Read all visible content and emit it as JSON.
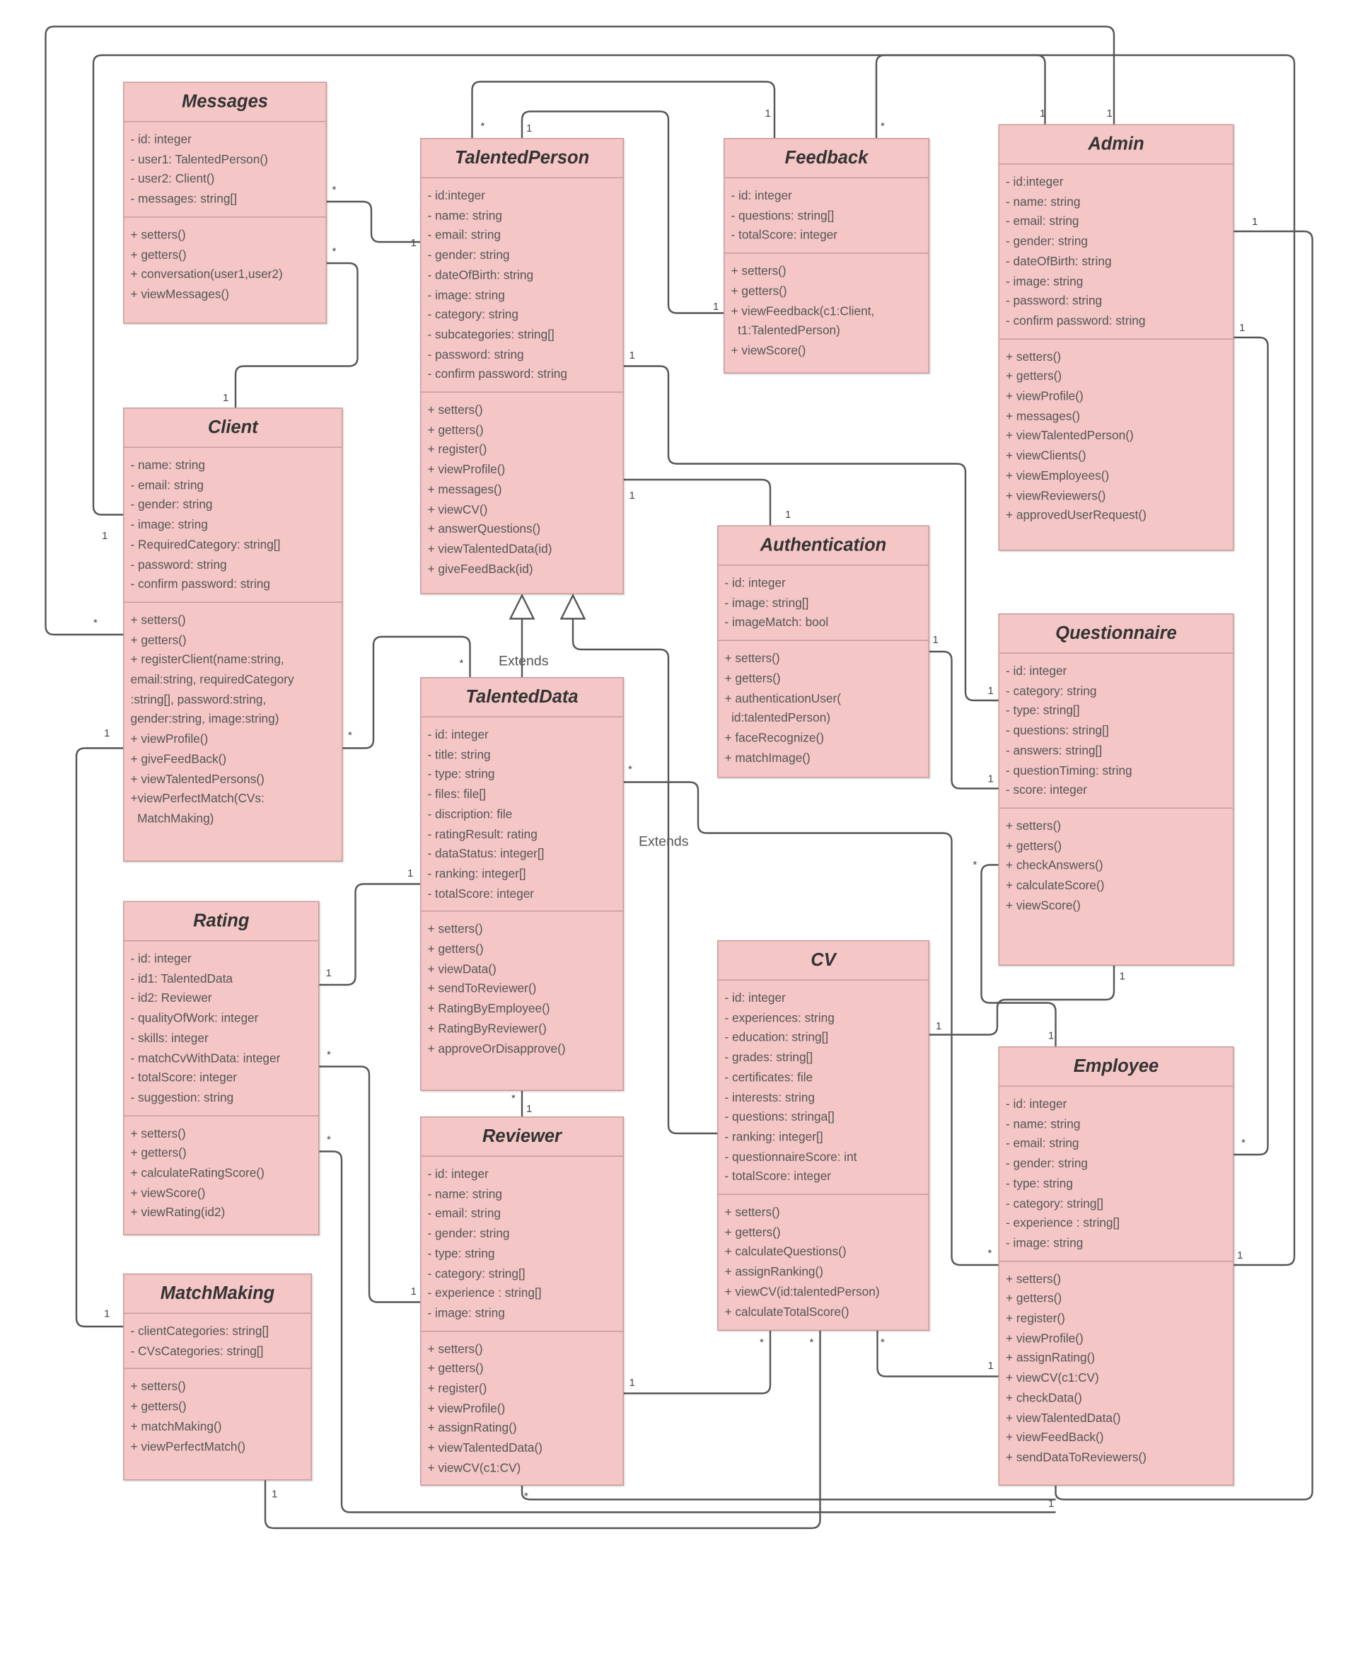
{
  "diagram": {
    "classes": [
      {
        "name": "Messages",
        "attributes": [
          "- id: integer",
          "- user1: TalentedPerson()",
          "- user2: Client()",
          "- messages: string[]"
        ],
        "methods": [
          "+ setters()",
          "+ getters()",
          "+ conversation(user1,user2)",
          "+ viewMessages()"
        ]
      },
      {
        "name": "TalentedPerson",
        "attributes": [
          "- id:integer",
          "- name: string",
          "- email: string",
          "- gender: string",
          "- dateOfBirth: string",
          "- image: string",
          "- category: string",
          "- subcategories: string[]",
          "- password: string",
          "- confirm password: string"
        ],
        "methods": [
          "+ setters()",
          "+ getters()",
          "+ register()",
          "+ viewProfile()",
          "+ messages()",
          "+ viewCV()",
          "+ answerQuestions()",
          "+ viewTalentedData(id)",
          "+ giveFeedBack(id)"
        ]
      },
      {
        "name": "Feedback",
        "attributes": [
          "- id: integer",
          "- questions: string[]",
          "- totalScore: integer"
        ],
        "methods": [
          "+ setters()",
          "+ getters()",
          "+ viewFeedback(c1:Client,",
          "  t1:TalentedPerson)",
          "+ viewScore()"
        ]
      },
      {
        "name": "Admin",
        "attributes": [
          "- id:integer",
          "- name: string",
          "- email: string",
          "- gender: string",
          "- dateOfBirth: string",
          "- image: string",
          "- password: string",
          "- confirm password: string"
        ],
        "methods": [
          "+ setters()",
          "+ getters()",
          "+ viewProfile()",
          "+ messages()",
          "+ viewTalentedPerson()",
          "+ viewClients()",
          "+ viewEmployees()",
          "+ viewReviewers()",
          "+ approvedUserRequest()"
        ]
      },
      {
        "name": "Client",
        "attributes": [
          "- name: string",
          "- email: string",
          "- gender: string",
          "- image: string",
          "- RequiredCategory: string[]",
          "- password: string",
          "- confirm password: string"
        ],
        "methods": [
          "+ setters()",
          "+ getters()",
          "+ registerClient(name:string,",
          "email:string, requiredCategory",
          ":string[], password:string,",
          "gender:string, image:string)",
          "+ viewProfile()",
          "+ giveFeedBack()",
          "+ viewTalentedPersons()",
          "+viewPerfectMatch(CVs:",
          "  MatchMaking)"
        ]
      },
      {
        "name": "Authentication",
        "attributes": [
          "- id: integer",
          "- image: string[]",
          "- imageMatch: bool"
        ],
        "methods": [
          "+ setters()",
          "+ getters()",
          "+ authenticationUser(",
          "  id:talentedPerson)",
          "+ faceRecognize()",
          "+ matchImage()"
        ]
      },
      {
        "name": "Questionnaire",
        "attributes": [
          "- id: integer",
          "- category: string",
          "- type: string[]",
          "- questions: string[]",
          "- answers: string[]",
          "- questionTiming: string",
          "- score: integer"
        ],
        "methods": [
          "+ setters()",
          "+ getters()",
          "+ checkAnswers()",
          "+ calculateScore()",
          "+ viewScore()"
        ]
      },
      {
        "name": "TalentedData",
        "attributes": [
          "- id: integer",
          "- title: string",
          "- type: string",
          "- files: file[]",
          "- discription: file",
          "- ratingResult: rating",
          "- dataStatus: integer[]",
          "- ranking: integer[]",
          "- totalScore: integer"
        ],
        "methods": [
          "+ setters()",
          "+ getters()",
          "+ viewData()",
          "+ sendToReviewer()",
          "+ RatingByEmployee()",
          "+ RatingByReviewer()",
          "+ approveOrDisapprove()"
        ]
      },
      {
        "name": "Rating",
        "attributes": [
          "- id: integer",
          "- id1: TalentedData",
          "- id2: Reviewer",
          "- qualityOfWork: integer",
          "- skills: integer",
          "- matchCvWithData: integer",
          "- totalScore: integer",
          "- suggestion: string"
        ],
        "methods": [
          "+ setters()",
          "+ getters()",
          "+ calculateRatingScore()",
          "+ viewScore()",
          "+ viewRating(id2)"
        ]
      },
      {
        "name": "CV",
        "attributes": [
          "- id: integer",
          "- experiences: string",
          "- education: string[]",
          "- grades: string[]",
          "- certificates: file",
          "- interests: string",
          "- questions: stringa[]",
          "- ranking: integer[]",
          "- questionnaireScore: int",
          "- totalScore: integer"
        ],
        "methods": [
          "+ setters()",
          "+ getters()",
          "+ calculateQuestions()",
          "+ assignRanking()",
          "+ viewCV(id:talentedPerson)",
          "+ calculateTotalScore()"
        ]
      },
      {
        "name": "Employee",
        "attributes": [
          "- id: integer",
          "- name: string",
          "- email: string",
          "- gender: string",
          "- type: string",
          "- category: string[]",
          "- experience : string[]",
          "- image: string"
        ],
        "methods": [
          "+ setters()",
          "+ getters()",
          "+ register()",
          "+ viewProfile()",
          "+ assignRating()",
          "+ viewCV(c1:CV)",
          "+ checkData()",
          "+ viewTalentedData()",
          "+ viewFeedBack()",
          "+ sendDataToReviewers()"
        ]
      },
      {
        "name": "Reviewer",
        "attributes": [
          "- id: integer",
          "- name: string",
          "- email: string",
          "- gender: string",
          "- type: string",
          "- category: string[]",
          "- experience : string[]",
          "- image: string"
        ],
        "methods": [
          "+ setters()",
          "+ getters()",
          "+ register()",
          "+ viewProfile()",
          "+ assignRating()",
          "+ viewTalentedData()",
          "+ viewCV(c1:CV)"
        ]
      },
      {
        "name": "MatchMaking",
        "attributes": [
          "- clientCategories: string[]",
          "- CVsCategories: string[]"
        ],
        "methods": [
          "+ setters()",
          "+ getters()",
          "+ matchMaking()",
          "+ viewPerfectMatch()"
        ]
      }
    ],
    "extends_label": "Extends",
    "connectors": [
      {
        "from": "Messages",
        "to": "TalentedPerson",
        "labels": [
          "*",
          "1"
        ]
      },
      {
        "from": "Messages",
        "to": "Client",
        "labels": [
          "*",
          "1"
        ]
      },
      {
        "from": "TalentedPerson",
        "to": "Feedback",
        "labels": [
          "*",
          "1"
        ]
      },
      {
        "from": "TalentedPerson",
        "to": "Feedback",
        "labels": [
          "1",
          "1"
        ]
      },
      {
        "from": "Admin",
        "to": "Client",
        "labels": [
          "1",
          "*"
        ]
      },
      {
        "from": "Feedback",
        "to": "Employee",
        "labels": [
          "*",
          "1"
        ]
      },
      {
        "from": "Admin",
        "to": "Client",
        "labels": [
          "1",
          "1"
        ]
      },
      {
        "from": "Admin",
        "to": "Employee",
        "labels": [
          "1",
          "1"
        ]
      },
      {
        "from": "Admin",
        "to": "Employee",
        "labels": [
          "1",
          "*"
        ]
      },
      {
        "from": "TalentedPerson",
        "to": "Questionnaire",
        "labels": [
          "1",
          "1"
        ]
      },
      {
        "from": "TalentedPerson",
        "to": "Authentication",
        "labels": [
          "1",
          "1"
        ]
      },
      {
        "from": "Authentication",
        "to": "Questionnaire",
        "labels": [
          "1",
          "1"
        ]
      },
      {
        "from": "Client",
        "to": "TalentedData",
        "labels": [
          "*",
          "*"
        ]
      },
      {
        "from": "Client",
        "to": "MatchMaking",
        "labels": [
          "1",
          "1"
        ]
      },
      {
        "from": "TalentedData",
        "to": "Rating",
        "labels": [
          "1",
          "1"
        ]
      },
      {
        "from": "TalentedData",
        "to": "Reviewer",
        "labels": [
          "*",
          "1"
        ]
      },
      {
        "from": "TalentedData",
        "to": "Employee",
        "labels": [
          "*",
          "*"
        ]
      },
      {
        "from": "Rating",
        "to": "Reviewer",
        "labels": [
          "*",
          "1"
        ]
      },
      {
        "from": "Rating",
        "to": "Employee",
        "labels": [
          "*"
        ]
      },
      {
        "from": "MatchMaking",
        "to": "CV",
        "labels": [
          "1",
          "*"
        ]
      },
      {
        "from": "Reviewer",
        "to": "CV",
        "labels": [
          "1",
          "*"
        ]
      },
      {
        "from": "CV",
        "to": "Questionnaire",
        "labels": [
          "1",
          "1"
        ]
      },
      {
        "from": "Questionnaire",
        "to": "Employee",
        "labels": [
          "*",
          "1"
        ]
      },
      {
        "from": "Employee",
        "to": "CV",
        "labels": [
          "1",
          "*"
        ]
      },
      {
        "from": "Reviewer",
        "to": "Employee",
        "labels": [
          "*"
        ]
      },
      {
        "from": "CV",
        "to": "TalentedPerson",
        "labels": []
      }
    ]
  }
}
